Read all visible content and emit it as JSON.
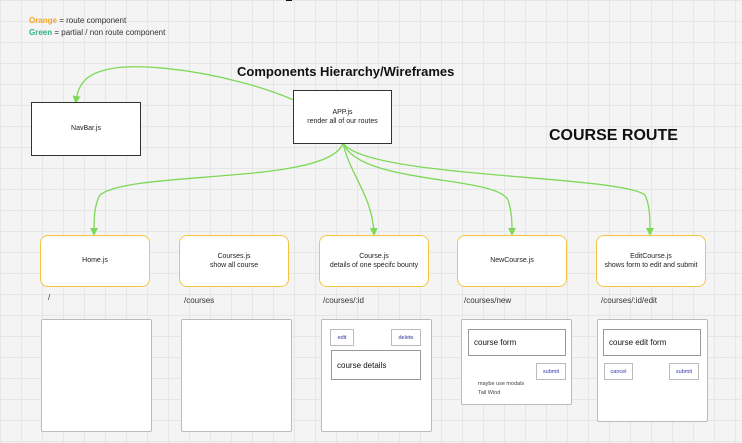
{
  "legend": {
    "orange_word": "Orange",
    "orange_desc": " = route component",
    "green_word": "Green",
    "green_desc": " = partial / non route component",
    "orange_color": "#f5a623",
    "green_color": "#2fb380"
  },
  "title": "Components Hierarchy/Wireframes",
  "route_title": "COURSE ROUTE",
  "colors": {
    "connector": "#7ed957",
    "orange_border": "#f5c542",
    "dark_border": "#333333"
  },
  "app": {
    "line1": "APP.js",
    "line2": "render all of our routes"
  },
  "navbar": {
    "label": "NavBar.js"
  },
  "components": [
    {
      "name": "Home.js",
      "desc": "",
      "path": "/"
    },
    {
      "name": "Courses.js",
      "desc": "show all course",
      "path": "/courses"
    },
    {
      "name": "Course.js",
      "desc": "details of one specifc bounty",
      "path": "/courses/:id"
    },
    {
      "name": "NewCourse.js",
      "desc": "",
      "path": "/courses/new"
    },
    {
      "name": "EditCourse.js",
      "desc": "shows form to edit and submit",
      "path": "/courses/:id/edit"
    }
  ],
  "wireframes": {
    "course": {
      "edit_btn": "edit",
      "delete_btn": "delete",
      "details": "course details"
    },
    "new_course": {
      "form": "course form",
      "submit_btn": "submit",
      "note1": "maybe use modals",
      "note2": "Tail Wind"
    },
    "edit_course": {
      "form": "course edit form",
      "cancel_btn": "cancel",
      "submit_btn": "submit"
    }
  }
}
